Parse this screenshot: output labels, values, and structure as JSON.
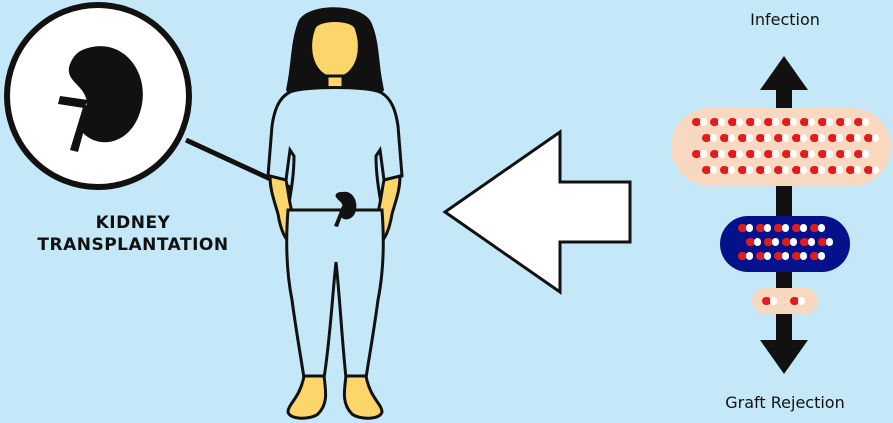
{
  "title_lines": [
    "KIDNEY",
    "TRANSPLANTATION"
  ],
  "spectrum": {
    "top_label": "Infection",
    "bottom_label": "Graft Rejection"
  },
  "dosage_levels": [
    {
      "level": "high",
      "color": "#f9d8c0"
    },
    {
      "level": "medium",
      "color": "#05118a"
    },
    {
      "level": "low",
      "color": "#f9d8c0"
    }
  ],
  "colors": {
    "background": "#c4e8f8",
    "body_outline": "#111111",
    "skin": "#fcd66a",
    "hair": "#111111",
    "pill_red": "#e11c1c",
    "pill_white": "#ffffff",
    "arrow_fill": "#ffffff"
  },
  "icons": [
    "kidney-icon",
    "woman-figure",
    "large-left-arrow",
    "double-arrow",
    "pill-icon"
  ]
}
